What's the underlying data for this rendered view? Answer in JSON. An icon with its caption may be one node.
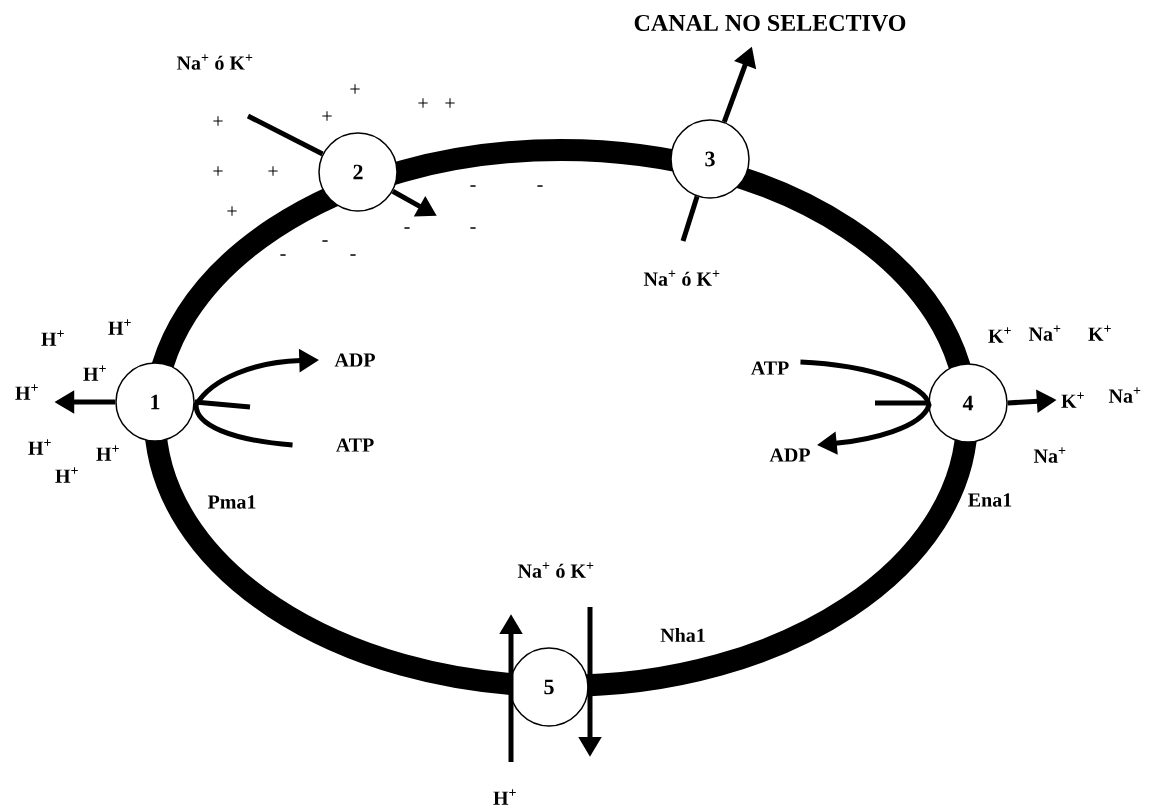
{
  "diagram": {
    "nodes": [
      {
        "text": [
          "1"
        ]
      },
      {
        "text": [
          "2"
        ]
      },
      {
        "text": [
          "3"
        ]
      },
      {
        "text": [
          "4"
        ]
      },
      {
        "text": [
          "5"
        ]
      },
      {
        "text": [
          "H$^{+}$"
        ]
      },
      {
        "text": [
          "ADP"
        ]
      },
      {
        "text": [
          "ATP"
        ]
      },
      {
        "text": [
          "Na$^{+}$ ó K$^{+}$"
        ]
      },
      {
        "text": [
          "Na$^{+}$ ó K$^{+}$"
        ]
      },
      {
        "text": [
          "ATP"
        ]
      },
      {
        "text": [
          "ADP"
        ]
      },
      {
        "text": [
          "K$^{+}$"
        ]
      },
      {
        "text": [
          "Na$^{+}$ ó K$^{+}$"
        ]
      },
      {
        "text": [
          "H$^{+}$"
        ]
      },
      {
        "text": [
          "CANAL NO SELECTIVO"
        ]
      }
    ],
    "edges": [
      {
        "from": 0,
        "to": 5,
        "arrow": "to"
      },
      {
        "from": 7,
        "to": 6,
        "arrow": "to"
      },
      {
        "from": 8,
        "to": 1,
        "arrow": "none"
      },
      {
        "from": 1,
        "to": null,
        "arrow": "to"
      },
      {
        "from": 9,
        "to": 2,
        "arrow": "none"
      },
      {
        "from": 2,
        "to": 15,
        "arrow": "to"
      },
      {
        "from": 3,
        "to": 12,
        "arrow": "to"
      },
      {
        "from": 10,
        "to": 11,
        "arrow": "to"
      },
      {
        "from": 14,
        "to": null,
        "arrow": "to"
      },
      {
        "from": 13,
        "to": null,
        "arrow": "to"
      },
      {
        "from": 0,
        "to": null,
        "arrow": "none"
      },
      {
        "from": 3,
        "to": null,
        "arrow": "none"
      }
    ],
    "labels": [
      "+",
      "+",
      "+",
      "+",
      "+",
      "+",
      "+",
      "-",
      "-",
      "+",
      "-",
      "-",
      "-",
      "-",
      "-",
      "H$^{+}$",
      "H$^{+}$",
      "K$^{+}$",
      "Na$^{+}$",
      "K$^{+}$",
      "H$^{+}$",
      "Na$^{+}$",
      "H$^{+}$",
      "H$^{+}$",
      "Na$^{+}$",
      "H$^{+}$",
      "Pma1",
      "Ena1",
      "Nha1"
    ]
  }
}
